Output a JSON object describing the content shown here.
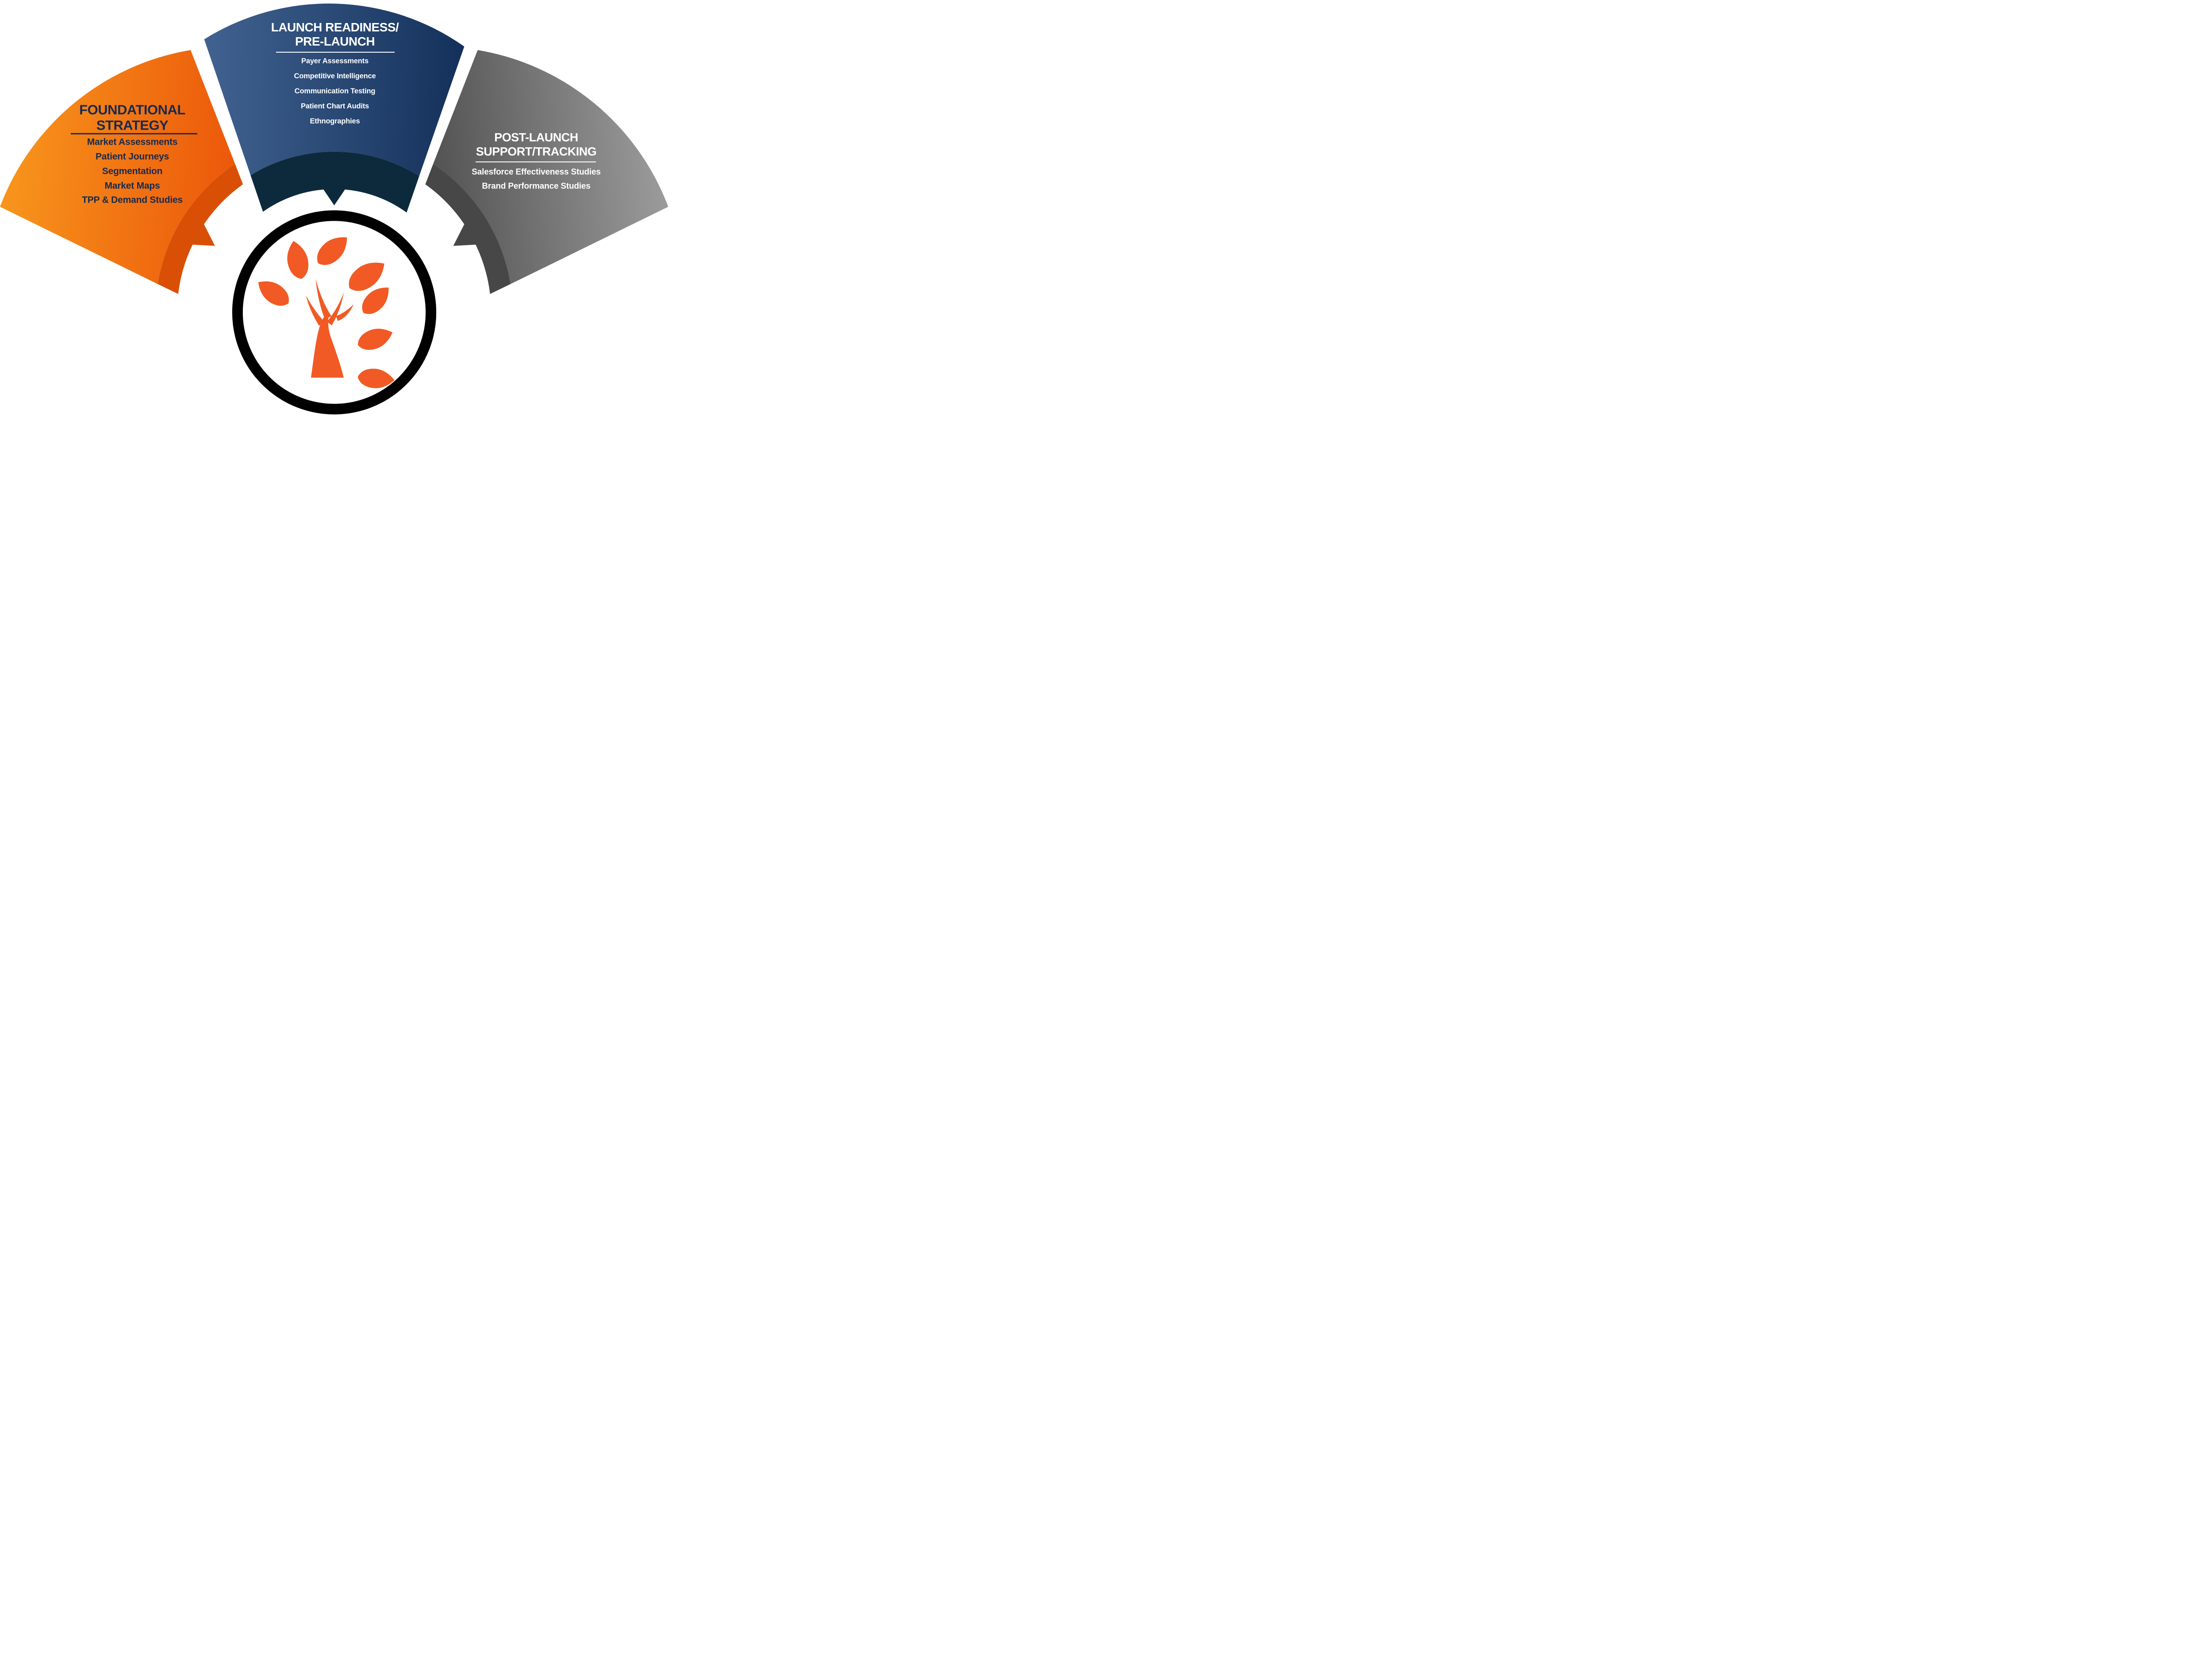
{
  "diagram": {
    "background_color": "#FFFFFF",
    "logo": {
      "name": "tree-logo",
      "tree_color": "#F15A24",
      "ring_color": "#000000",
      "circle_fill": "#FFFFFF"
    },
    "segments": [
      {
        "id": "foundational-strategy",
        "title_line1": "FOUNDATIONAL",
        "title_line2": "STRATEGY",
        "items": [
          "Market Assessments",
          "Patient Journeys",
          "Segmentation",
          "Market Maps",
          "TPP & Demand Studies"
        ],
        "gradient_start": "#F8971D",
        "gradient_end": "#EB5409",
        "band_color": "#D94F06",
        "text_color": "#182A4C"
      },
      {
        "id": "launch-readiness-pre-launch",
        "title_line1": "LAUNCH READINESS/",
        "title_line2": "PRE-LAUNCH",
        "items": [
          "Payer Assessments",
          "Competitive Intelligence",
          "Communication Testing",
          "Patient Chart Audits",
          "Ethnographies"
        ],
        "gradient_start": "#40618F",
        "gradient_end": "#13305A",
        "band_color": "#0D2A3D",
        "text_color": "#FFFFFF"
      },
      {
        "id": "post-launch-support-tracking",
        "title_line1": "POST-LAUNCH",
        "title_line2": "SUPPORT/TRACKING",
        "items": [
          "Salesforce Effectiveness Studies",
          "Brand Performance Studies"
        ],
        "gradient_start": "#545454",
        "gradient_end": "#9C9C9C",
        "band_color": "#474747",
        "text_color": "#FFFFFF"
      }
    ]
  }
}
